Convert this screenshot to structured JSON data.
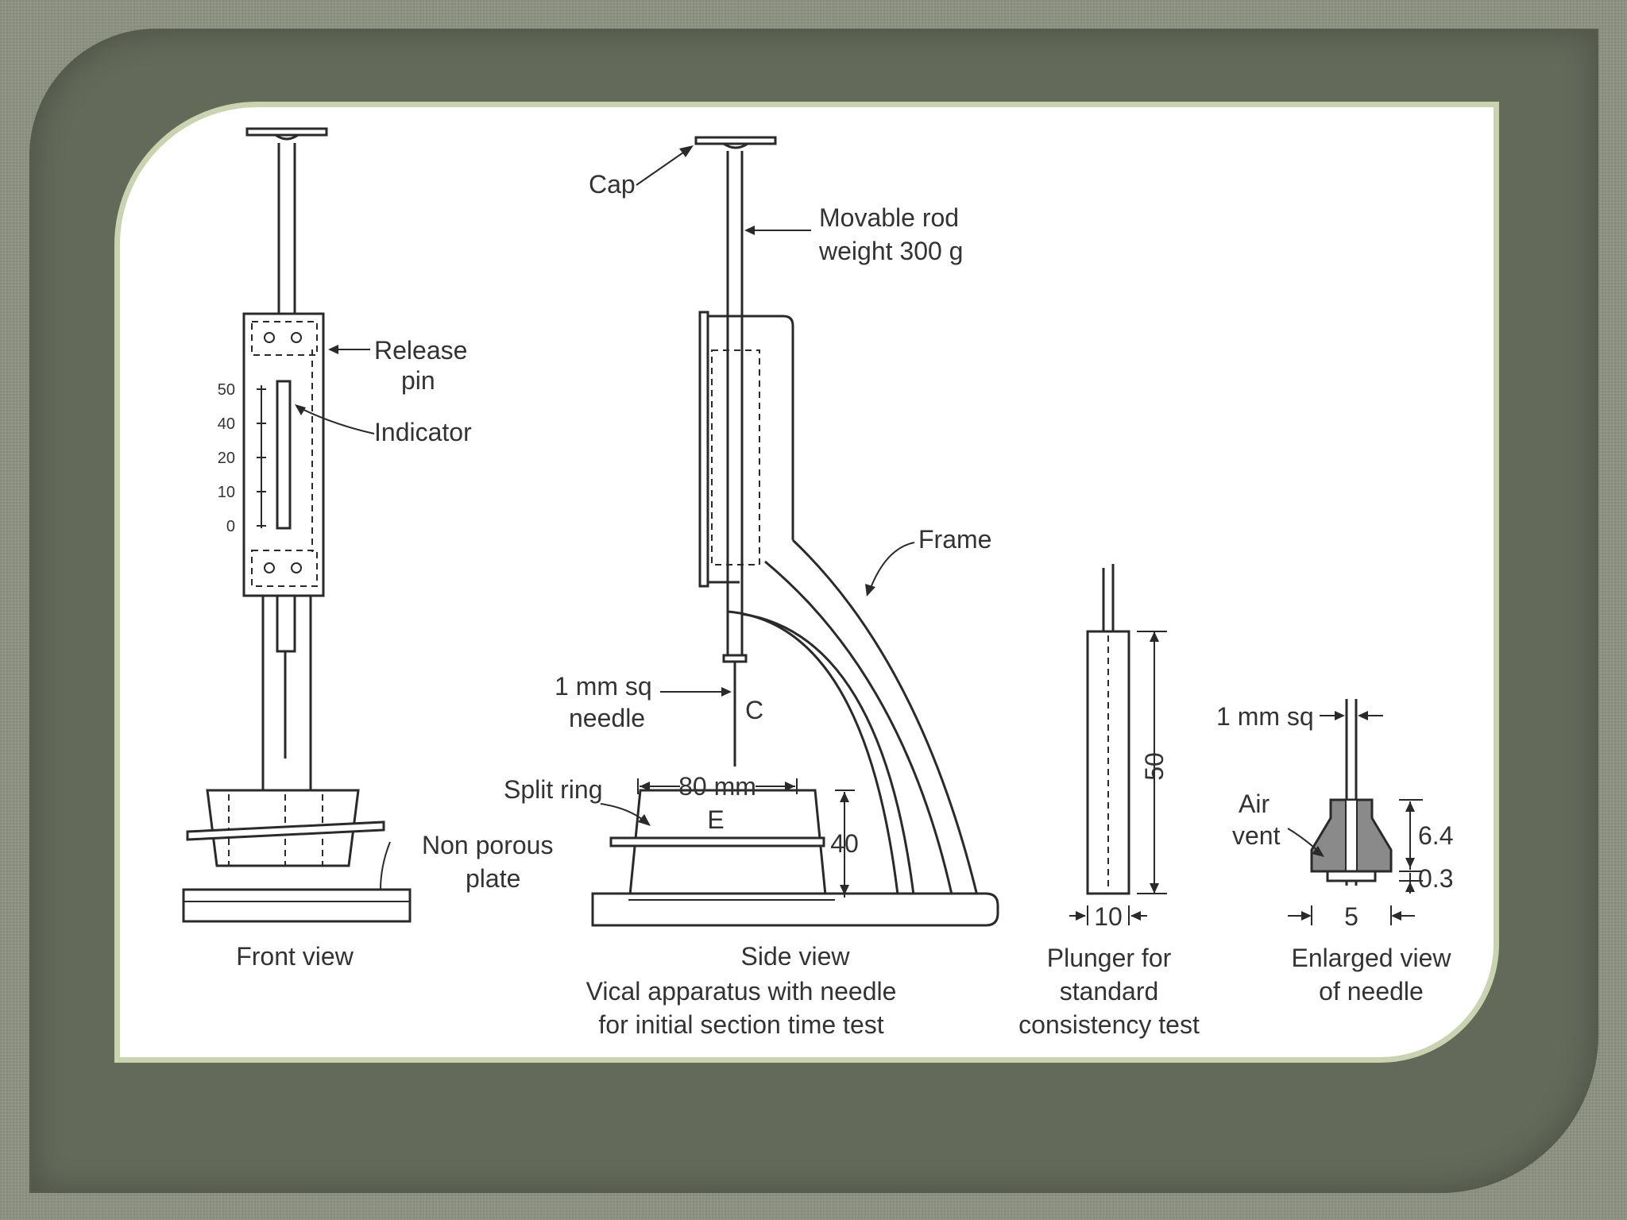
{
  "labels": {
    "cap": "Cap",
    "movable_rod_1": "Movable rod",
    "movable_rod_2": "weight 300 g",
    "release_pin_1": "Release",
    "release_pin_2": "pin",
    "indicator": "Indicator",
    "frame": "Frame",
    "needle_1": "1 mm sq",
    "needle_2": "needle",
    "point_c": "C",
    "split_ring": "Split ring",
    "dim_80": "80 mm",
    "point_e": "E",
    "dim_40": "40",
    "non_porous_1": "Non porous",
    "non_porous_2": "plate",
    "front_view": "Front view",
    "side_view": "Side view",
    "apparatus_1": "Vical apparatus with needle",
    "apparatus_2": "for initial section time test",
    "dim_50": "50",
    "dim_10": "10",
    "plunger_1": "Plunger for",
    "plunger_2": "standard",
    "plunger_3": "consistency test",
    "needle_sq": "1 mm sq",
    "air_1": "Air",
    "air_2": "vent",
    "dim_6_4": "6.4",
    "dim_0_3": "0.3",
    "dim_5": "5",
    "enlarged_1": "Enlarged view",
    "enlarged_2": "of needle"
  },
  "scale": {
    "ticks": [
      "50",
      "40",
      "20",
      "10",
      "0"
    ]
  }
}
